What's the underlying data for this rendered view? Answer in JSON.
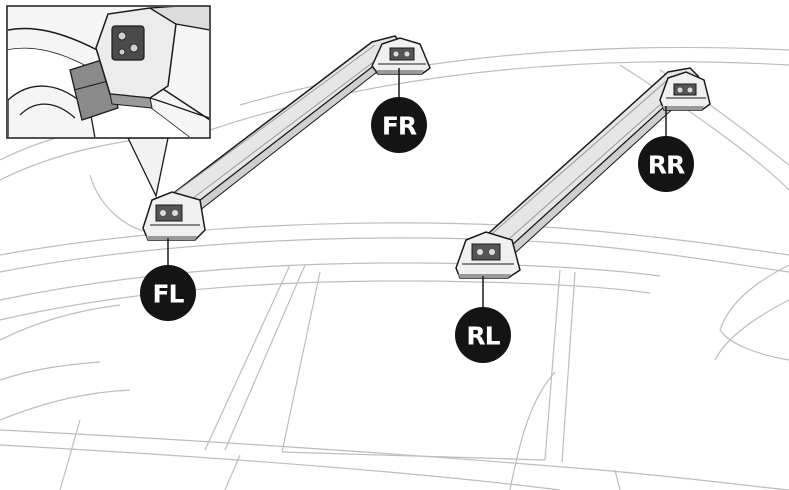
{
  "labels": {
    "front_left": "FL",
    "front_right": "FR",
    "rear_left": "RL",
    "rear_right": "RR"
  },
  "colors": {
    "badge_fill": "#141414",
    "badge_text": "#ffffff",
    "bar_fill": "#e6e6e6",
    "bar_stroke": "#1a1a1a",
    "car_outline": "#bdbdbd",
    "inset_background": "#f5f5f5"
  },
  "icons": {
    "detail_inset": "foot-clamp-detail",
    "crossbar": "roof-rack-crossbar"
  }
}
